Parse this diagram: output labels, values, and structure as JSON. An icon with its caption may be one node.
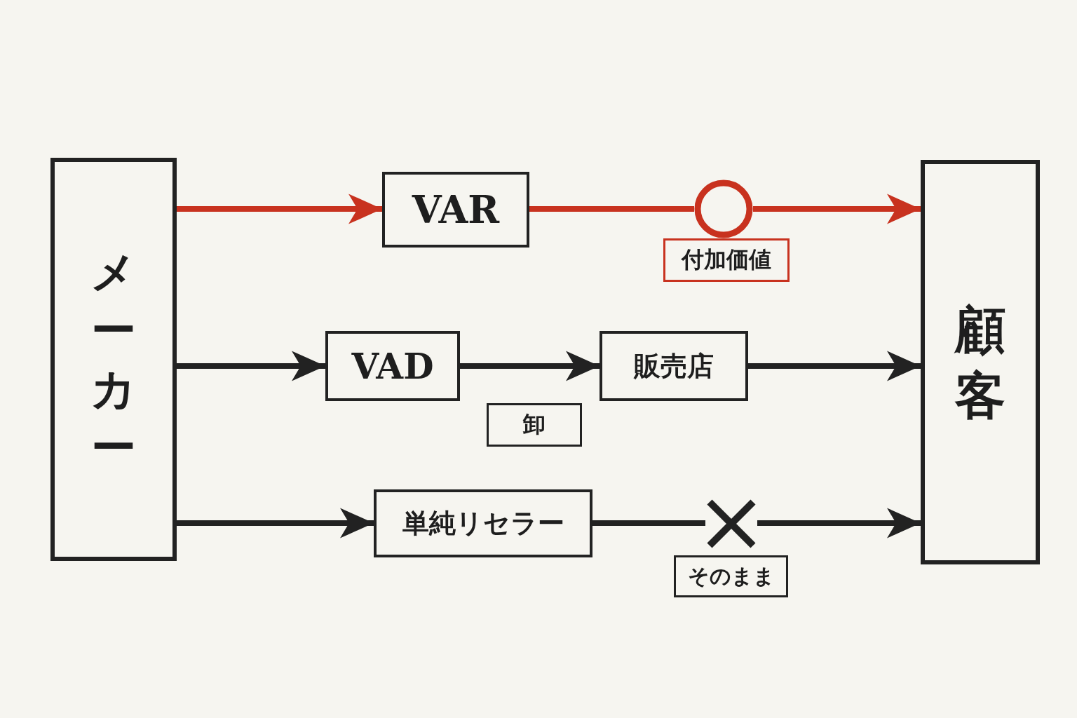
{
  "diagram": {
    "nodes": [
      {
        "text": [
          "メーカー"
        ]
      },
      {
        "text": [
          "VAR"
        ]
      },
      {
        "text": [],
        "shape": "circle"
      },
      {
        "text": [
          "付加価値"
        ]
      },
      {
        "text": [
          "顧客"
        ]
      },
      {
        "text": [
          "VAD"
        ]
      },
      {
        "text": [
          "販売店"
        ]
      },
      {
        "text": [
          "卸"
        ]
      },
      {
        "text": [
          "単純リセラー"
        ]
      },
      {
        "text": [],
        "shape": "cross"
      },
      {
        "text": [
          "そのまま"
        ]
      }
    ],
    "edges": [
      {
        "from": 0,
        "to": 1,
        "arrow": "to",
        "color": "#c8321f"
      },
      {
        "from": 1,
        "to": 2,
        "arrow": "none",
        "color": "#c8321f"
      },
      {
        "from": 2,
        "to": 4,
        "arrow": "to",
        "color": "#c8321f"
      },
      {
        "from": 0,
        "to": 5,
        "arrow": "to"
      },
      {
        "from": 5,
        "to": 6,
        "arrow": "to"
      },
      {
        "from": 6,
        "to": 4,
        "arrow": "to"
      },
      {
        "from": 0,
        "to": 8,
        "arrow": "to"
      },
      {
        "from": 8,
        "to": 9,
        "arrow": "none"
      },
      {
        "from": 9,
        "to": 4,
        "arrow": "to"
      }
    ]
  }
}
